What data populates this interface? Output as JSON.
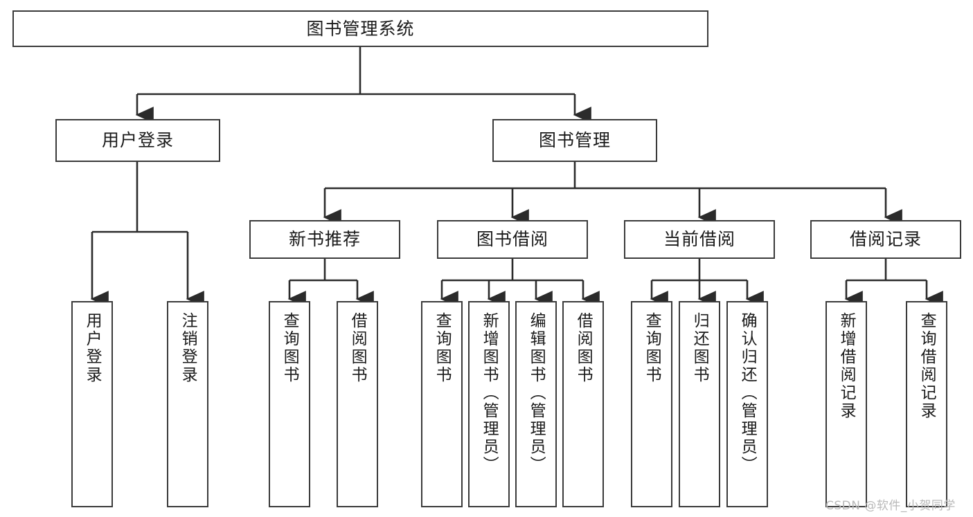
{
  "diagram": {
    "title": "图书管理系统",
    "type": "tree",
    "orientation": "top-down",
    "colors": {
      "box_border": "#3a3a3a",
      "box_fill": "#ffffff",
      "connector": "#2b2b2b",
      "text": "#1a1a1a",
      "watermark": "#b9b9b9",
      "background": "#ffffff"
    },
    "root": {
      "id": "root",
      "label": "图书管理系统",
      "orientation": "horizontal"
    },
    "level1": [
      {
        "id": "user-login",
        "label": "用户登录",
        "orientation": "horizontal"
      },
      {
        "id": "book-manage",
        "label": "图书管理",
        "orientation": "horizontal"
      }
    ],
    "level2": [
      {
        "id": "new-book-recommend",
        "label": "新书推荐",
        "orientation": "horizontal",
        "parent": "book-manage"
      },
      {
        "id": "book-borrow",
        "label": "图书借阅",
        "orientation": "horizontal",
        "parent": "book-manage"
      },
      {
        "id": "current-borrow",
        "label": "当前借阅",
        "orientation": "horizontal",
        "parent": "book-manage"
      },
      {
        "id": "borrow-record",
        "label": "借阅记录",
        "orientation": "horizontal",
        "parent": "book-manage"
      }
    ],
    "leaves": [
      {
        "id": "leaf-user-login",
        "label": "用户登录",
        "parent": "user-login",
        "orientation": "vertical"
      },
      {
        "id": "leaf-user-logout",
        "label": "注销登录",
        "parent": "user-login",
        "orientation": "vertical"
      },
      {
        "id": "leaf-query-book-1",
        "label": "查询图书",
        "parent": "new-book-recommend",
        "orientation": "vertical"
      },
      {
        "id": "leaf-borrow-book-1",
        "label": "借阅图书",
        "parent": "new-book-recommend",
        "orientation": "vertical"
      },
      {
        "id": "leaf-query-book-2",
        "label": "查询图书",
        "parent": "book-borrow",
        "orientation": "vertical"
      },
      {
        "id": "leaf-add-book",
        "label": "新增图书（管理员）",
        "parent": "book-borrow",
        "orientation": "vertical"
      },
      {
        "id": "leaf-edit-book",
        "label": "编辑图书（管理员）",
        "parent": "book-borrow",
        "orientation": "vertical"
      },
      {
        "id": "leaf-borrow-book-2",
        "label": "借阅图书",
        "parent": "book-borrow",
        "orientation": "vertical"
      },
      {
        "id": "leaf-query-book-3",
        "label": "查询图书",
        "parent": "current-borrow",
        "orientation": "vertical"
      },
      {
        "id": "leaf-return-book",
        "label": "归还图书",
        "parent": "current-borrow",
        "orientation": "vertical"
      },
      {
        "id": "leaf-confirm-return",
        "label": "确认归还（管理员）",
        "parent": "current-borrow",
        "orientation": "vertical"
      },
      {
        "id": "leaf-add-record",
        "label": "新增借阅记录",
        "parent": "borrow-record",
        "orientation": "vertical"
      },
      {
        "id": "leaf-query-record",
        "label": "查询借阅记录",
        "parent": "borrow-record",
        "orientation": "vertical"
      }
    ]
  },
  "watermark": {
    "text": "CSDN @软件_小贺同学"
  }
}
